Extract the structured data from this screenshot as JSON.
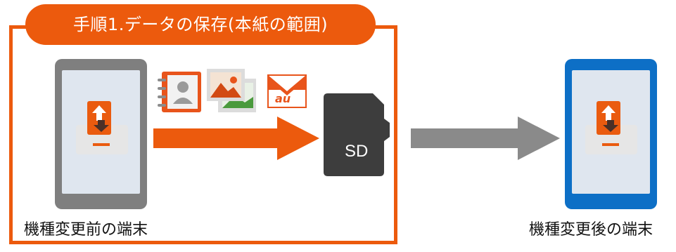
{
  "step_title": "手順1.データの保存(本紙の範囲)",
  "old_device_label": "機種変更前の端末",
  "new_device_label": "機種変更後の端末",
  "sd_card_label": "SD",
  "mail_icon_text": "au",
  "colors": {
    "accent_orange": "#ec5a0d",
    "old_phone_gray": "#7f7f7f",
    "new_phone_blue": "#0d6fc6",
    "sd_card_dark": "#3d3d3d",
    "transfer_arrow_gray": "#8a8a8a"
  },
  "icons": [
    "contacts-icon",
    "photos-icon",
    "mail-icon",
    "backup-app-icon",
    "sd-card-icon"
  ]
}
